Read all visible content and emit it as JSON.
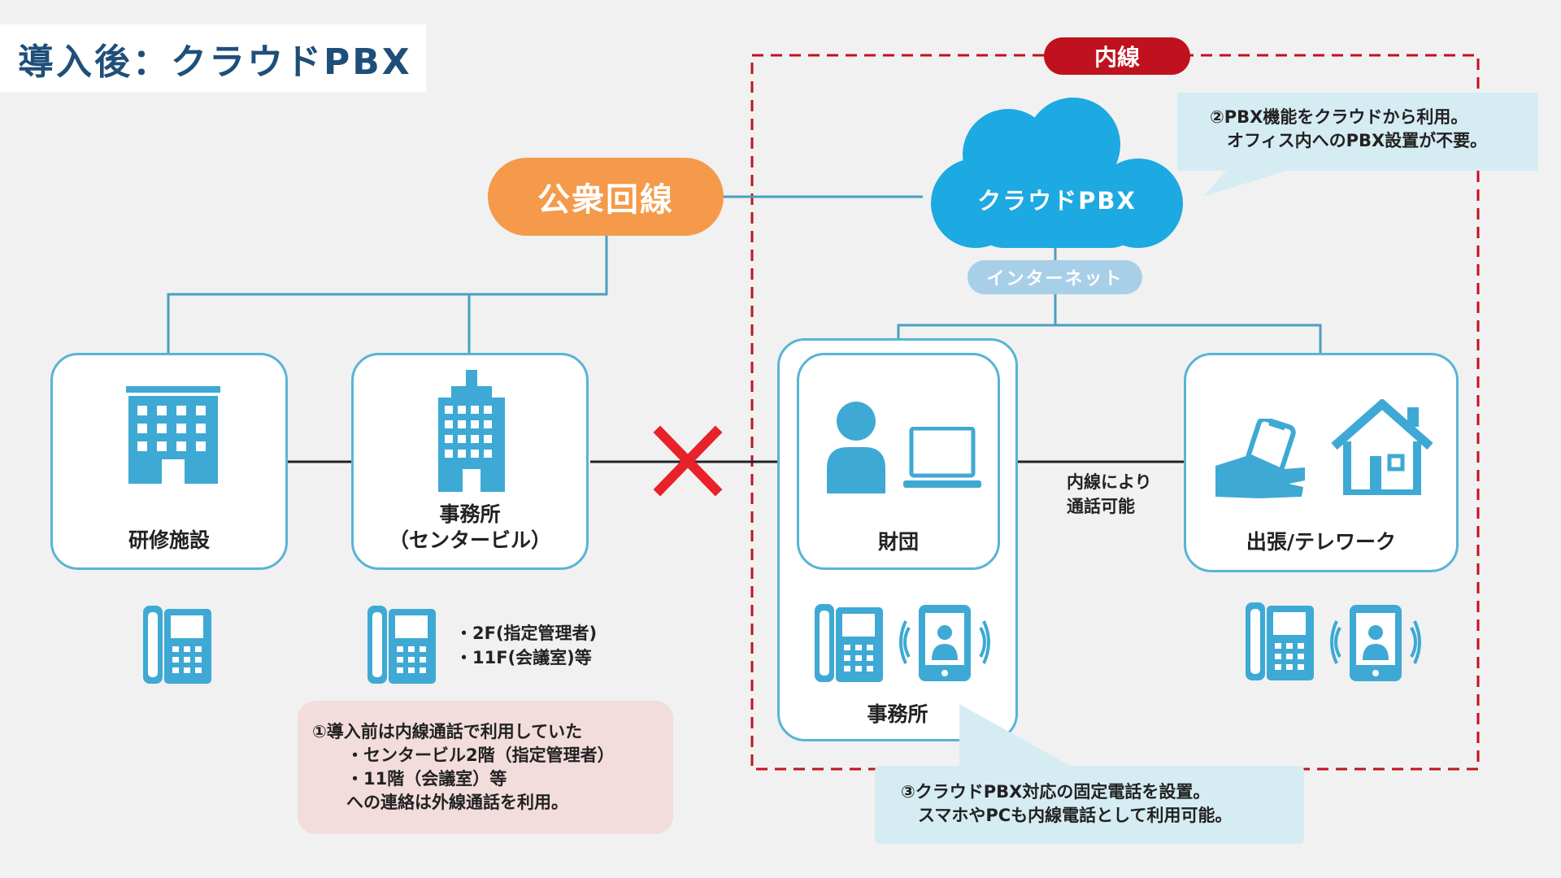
{
  "title": "導入後：クラウドPBX",
  "public_line": "公衆回線",
  "naisen_tag": "内線",
  "cloud_label": "クラウドPBX",
  "internet_label": "インターネット",
  "nodes": {
    "training": "研修施設",
    "center_office_line1": "事務所",
    "center_office_line2": "（センタービル）",
    "foundation": "財団",
    "office": "事務所",
    "telework": "出張/テレワーク"
  },
  "floors": [
    "・2F(指定管理者)",
    "・11F(会議室)等"
  ],
  "naisen_note": [
    "内線により",
    "通話可能"
  ],
  "callouts": {
    "c1": "①導入前は内線通話で利用していた\n　　・センタービル2階（指定管理者）\n　　・11階（会議室）等\n　　への連絡は外線通話を利用。",
    "c2": "②PBX機能をクラウドから利用。\n　オフィス内へのPBX設置が不要。",
    "c3": "③クラウドPBX対応の固定電話を設置。\n　スマホやPCも内線電話として利用可能。"
  },
  "colors": {
    "title": "#1f4e79",
    "accent_blue": "#2ea9d8",
    "line": "#4a9fbf",
    "orange": "#f59a4a",
    "red": "#c0111f",
    "callout_blue": "#d6ecf3",
    "callout_pink": "#f2dcdc"
  }
}
